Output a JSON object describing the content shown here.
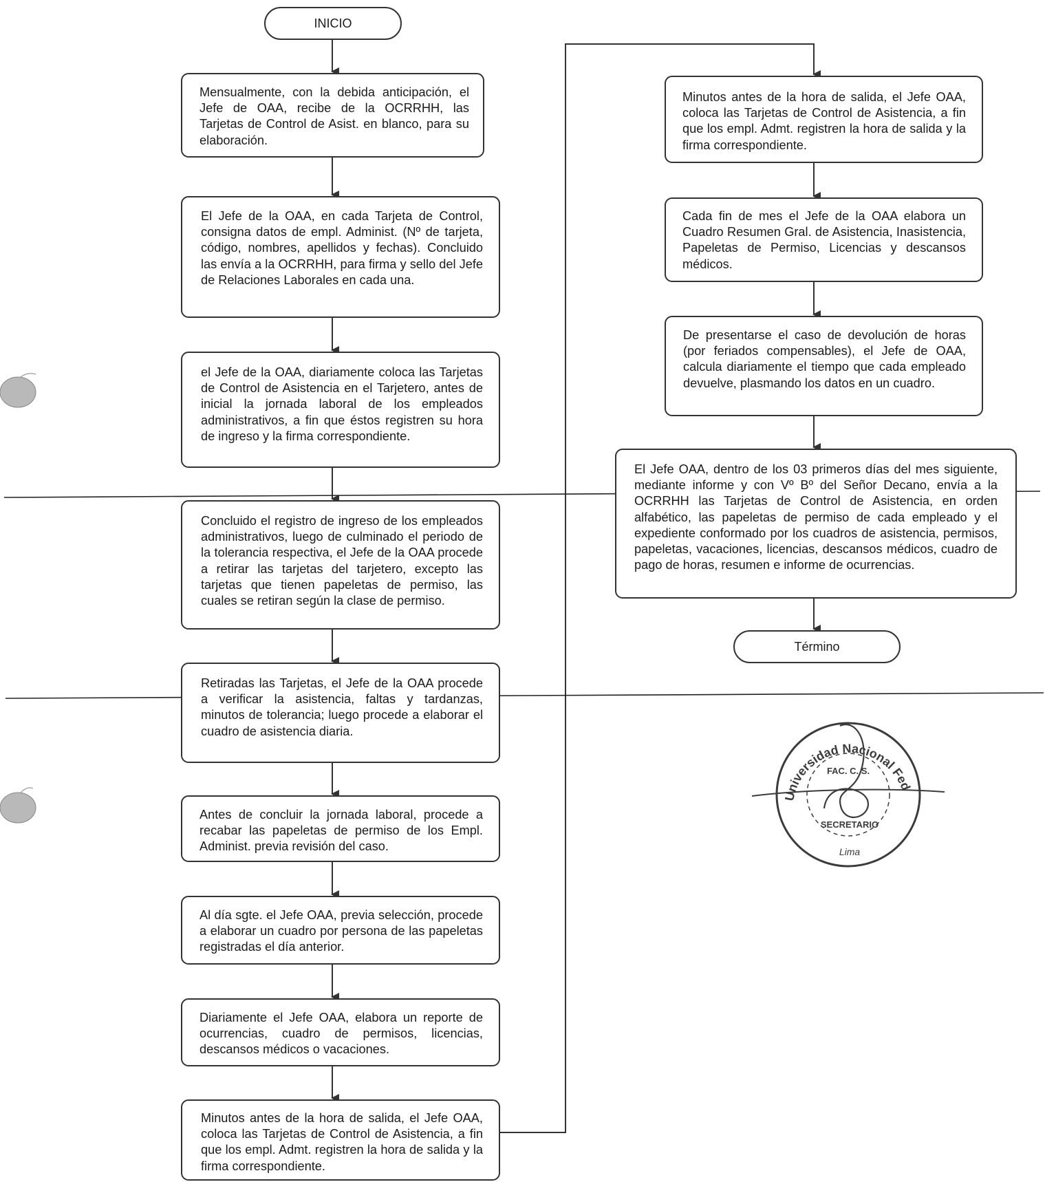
{
  "flowchart": {
    "start_label": "INICIO",
    "end_label": "Término",
    "left_column": [
      "Mensualmente, con la debida anticipación, el Jefe de OAA, recibe de la OCRRHH, las Tarjetas de Control de Asist. en blanco, para su elaboración.",
      "El Jefe de la OAA, en cada Tarjeta de Control, consigna datos de empl. Administ. (Nº de tarjeta, código, nombres, apellidos y fechas). Concluido las envía a la OCRRHH, para firma y sello del Jefe de Relaciones Laborales en cada una.",
      "el Jefe de la OAA, diariamente coloca las Tarjetas de Control de Asistencia en el Tarjetero, antes de inicial la jornada laboral de los empleados administrativos, a fin que éstos registren su hora de ingreso y la firma correspondiente.",
      "Concluido el registro de ingreso de los empleados administrativos, luego de culminado el periodo de la tolerancia respectiva, el Jefe de la OAA procede a retirar las tarjetas del tarjetero, excepto las tarjetas que tienen papeletas de permiso, las cuales se retiran según la clase de permiso.",
      "Retiradas las Tarjetas, el Jefe de la OAA procede a verificar la asistencia, faltas y tardanzas, minutos de tolerancia; luego procede a elaborar el cuadro de asistencia diaria.",
      "Antes de concluir la jornada laboral, procede a recabar las papeletas de permiso de los Empl. Administ. previa revisión del caso.",
      "Al día sgte. el Jefe OAA, previa selección, procede a elaborar un cuadro por persona de las papeletas registradas el día anterior.",
      "Diariamente el Jefe OAA, elabora un reporte de ocurrencias, cuadro de permisos, licencias, descansos médicos o vacaciones.",
      "Minutos antes de la hora de salida, el Jefe OAA, coloca las Tarjetas de Control de Asistencia, a fin que los empl. Admt. registren la hora de salida y la firma correspondiente."
    ],
    "right_column": [
      "Minutos antes de la hora de salida, el Jefe OAA, coloca las Tarjetas de Control de Asistencia, a fin que los empl. Admt. registren la hora de salida y la firma correspondiente.",
      "Cada fin de mes el Jefe de la OAA elabora un Cuadro Resumen Gral. de Asistencia, Inasistencia, Papeletas de Permiso, Licencias y descansos médicos.",
      "De presentarse el caso de devolución de horas (por feriados compensables), el Jefe de OAA, calcula diariamente el tiempo que cada empleado devuelve, plasmando los datos en un cuadro.",
      "El Jefe OAA, dentro de los 03 primeros días del mes siguiente, mediante informe y con Vº Bº del Señor Decano, envía a la OCRRHH las Tarjetas de Control de Asistencia, en orden alfabético, las papeletas de permiso de cada empleado y el expediente conformado por los cuadros de asistencia, permisos, papeletas, vacaciones, licencias, descansos médicos, cuadro de pago de horas, resumen e informe de ocurrencias."
    ]
  },
  "stamp": {
    "top_arc": "Universidad Nacional Federico Villarreal",
    "inner": "FAC. C. S.",
    "bottom": "SECRETARIO",
    "city": "Lima"
  },
  "colors": {
    "ink": "#333333",
    "stamp": "#3b3b3b",
    "blob": "#b9b9b9"
  }
}
